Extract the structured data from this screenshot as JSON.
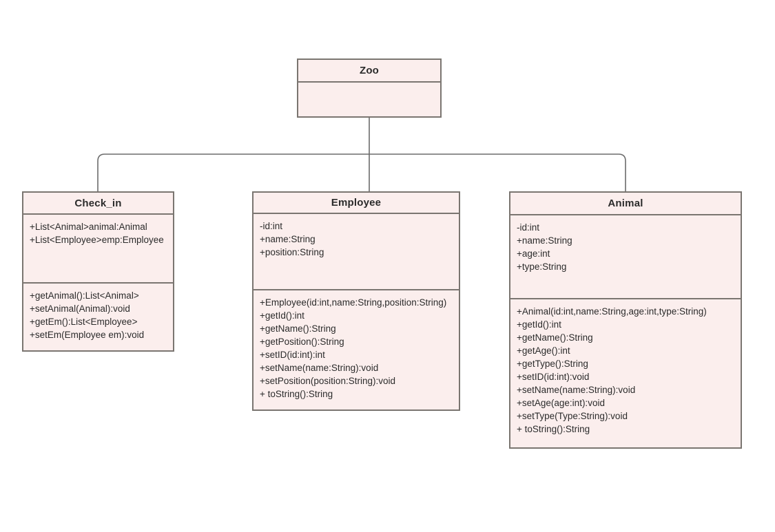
{
  "diagram": {
    "type": "uml-class-diagram",
    "background_color": "#ffffff",
    "box_fill_color": "#fbeeed",
    "box_border_color": "#7a7570",
    "text_color": "#2b2b2b",
    "connector_color": "#6b6b6b"
  },
  "classes": {
    "zoo": {
      "name": "Zoo",
      "attributes": [],
      "operations": []
    },
    "check_in": {
      "name": "Check_in",
      "attributes": [
        "+List<Animal>animal:Animal",
        "+List<Employee>emp:Employee"
      ],
      "operations": [
        "+getAnimal():List<Animal>",
        "+setAnimal(Animal):void",
        "+getEm():List<Employee>",
        "+setEm(Employee em):void"
      ]
    },
    "employee": {
      "name": "Employee",
      "attributes": [
        "-id:int",
        "+name:String",
        "+position:String"
      ],
      "operations": [
        "+Employee(id:int,name:String,position:String)",
        "+getId():int",
        "+getName():String",
        "+getPosition():String",
        "+setID(id:int):int",
        "+setName(name:String):void",
        "+setPosition(position:String):void",
        "+ toString():String"
      ]
    },
    "animal": {
      "name": "Animal",
      "attributes": [
        "-id:int",
        "+name:String",
        "+age:int",
        "+type:String"
      ],
      "operations": [
        "+Animal(id:int,name:String,age:int,type:String)",
        "+getId():int",
        "+getName():String",
        "+getAge():int",
        "+getType():String",
        "+setID(id:int):void",
        "+setName(name:String):void",
        "+setAge(age:int):void",
        "+setType(Type:String):void",
        "+ toString():String"
      ]
    }
  },
  "connections": [
    {
      "from": "zoo",
      "to": "check_in"
    },
    {
      "from": "zoo",
      "to": "employee"
    },
    {
      "from": "zoo",
      "to": "animal"
    }
  ]
}
